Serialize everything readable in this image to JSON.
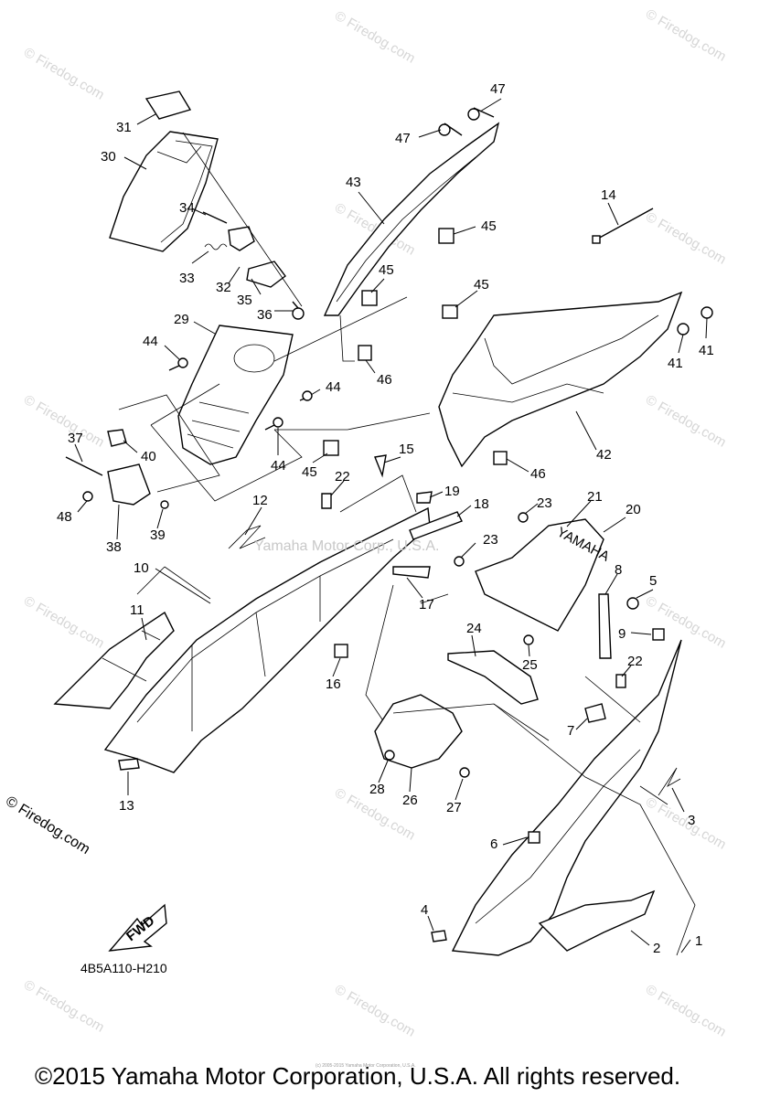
{
  "callouts": {
    "c1": "1",
    "c2": "2",
    "c3": "3",
    "c4": "4",
    "c5": "5",
    "c6": "6",
    "c7": "7",
    "c8": "8",
    "c9": "9",
    "c10": "10",
    "c11": "11",
    "c12": "12",
    "c13": "13",
    "c14": "14",
    "c15": "15",
    "c16": "16",
    "c17": "17",
    "c18": "18",
    "c19": "19",
    "c20": "20",
    "c21": "21",
    "c22a": "22",
    "c22b": "22",
    "c23a": "23",
    "c23b": "23",
    "c24": "24",
    "c25": "25",
    "c26": "26",
    "c27": "27",
    "c28": "28",
    "c29": "29",
    "c30": "30",
    "c31": "31",
    "c32": "32",
    "c33": "33",
    "c34": "34",
    "c35": "35",
    "c36": "36",
    "c37": "37",
    "c38": "38",
    "c39": "39",
    "c40": "40",
    "c41a": "41",
    "c41b": "41",
    "c42": "42",
    "c43": "43",
    "c44a": "44",
    "c44b": "44",
    "c44c": "44",
    "c45a": "45",
    "c45b": "45",
    "c45c": "45",
    "c45d": "45",
    "c46a": "46",
    "c46b": "46",
    "c47a": "47",
    "c47b": "47",
    "c48": "48"
  },
  "decal_text": {
    "yamaha_logo": "YAMAHA",
    "fwd_label": "FWD"
  },
  "watermark": {
    "repeated": "© Firedog.com",
    "center": "Yamaha Motor Corp., U.S.A.",
    "side": "© Firedog.com"
  },
  "reference_code": "4B5A110-H210",
  "tiny_note": "(c) 2005-2015 Yamaha Motor Corporation, U.S.A.",
  "copyright": "©2015 Yamaha Motor Corporation, U.S.A. All rights reserved."
}
